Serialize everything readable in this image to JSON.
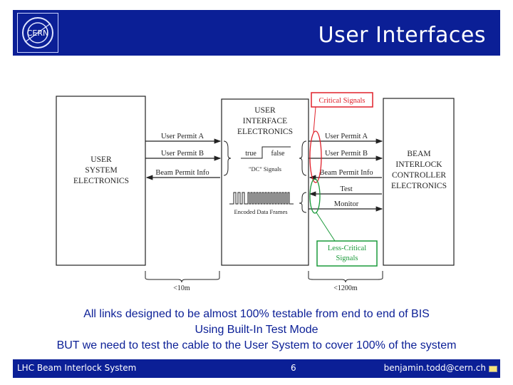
{
  "header": {
    "title": "User Interfaces",
    "logo_text": "CERN"
  },
  "diagram": {
    "left_box": [
      "USER",
      "SYSTEM",
      "ELECTRONICS"
    ],
    "middle_box": [
      "USER",
      "INTERFACE",
      "ELECTRONICS"
    ],
    "right_box": [
      "BEAM",
      "INTERLOCK",
      "CONTROLLER",
      "ELECTRONICS"
    ],
    "signals_left": {
      "permit_a": "User Permit A",
      "permit_b": "User Permit B",
      "beam_info": "Beam Permit Info"
    },
    "signals_right": {
      "permit_a": "User Permit A",
      "permit_b": "User Permit B",
      "beam_info": "Beam Permit Info",
      "test": "Test",
      "monitor": "Monitor"
    },
    "true_label": "true",
    "false_label": "false",
    "dc_signals": "\"DC\" Signals",
    "frames_label": "Encoded Data Frames",
    "critical_label": "Critical Signals",
    "less_critical": [
      "Less-Critical",
      "Signals"
    ],
    "dist_left": "<10m",
    "dist_right": "<1200m",
    "colors": {
      "critical": "#e0202a",
      "less_critical": "#1a9a3a"
    }
  },
  "caption": {
    "line1": "All links designed to be almost 100% testable from end to end of BIS",
    "line2": "Using Built-In Test Mode",
    "line3": "BUT we need to test the cable to the User System to cover 100% of the system"
  },
  "footer": {
    "left": "LHC Beam Interlock System",
    "page": "6",
    "email": "benjamin.todd@cern.ch"
  }
}
